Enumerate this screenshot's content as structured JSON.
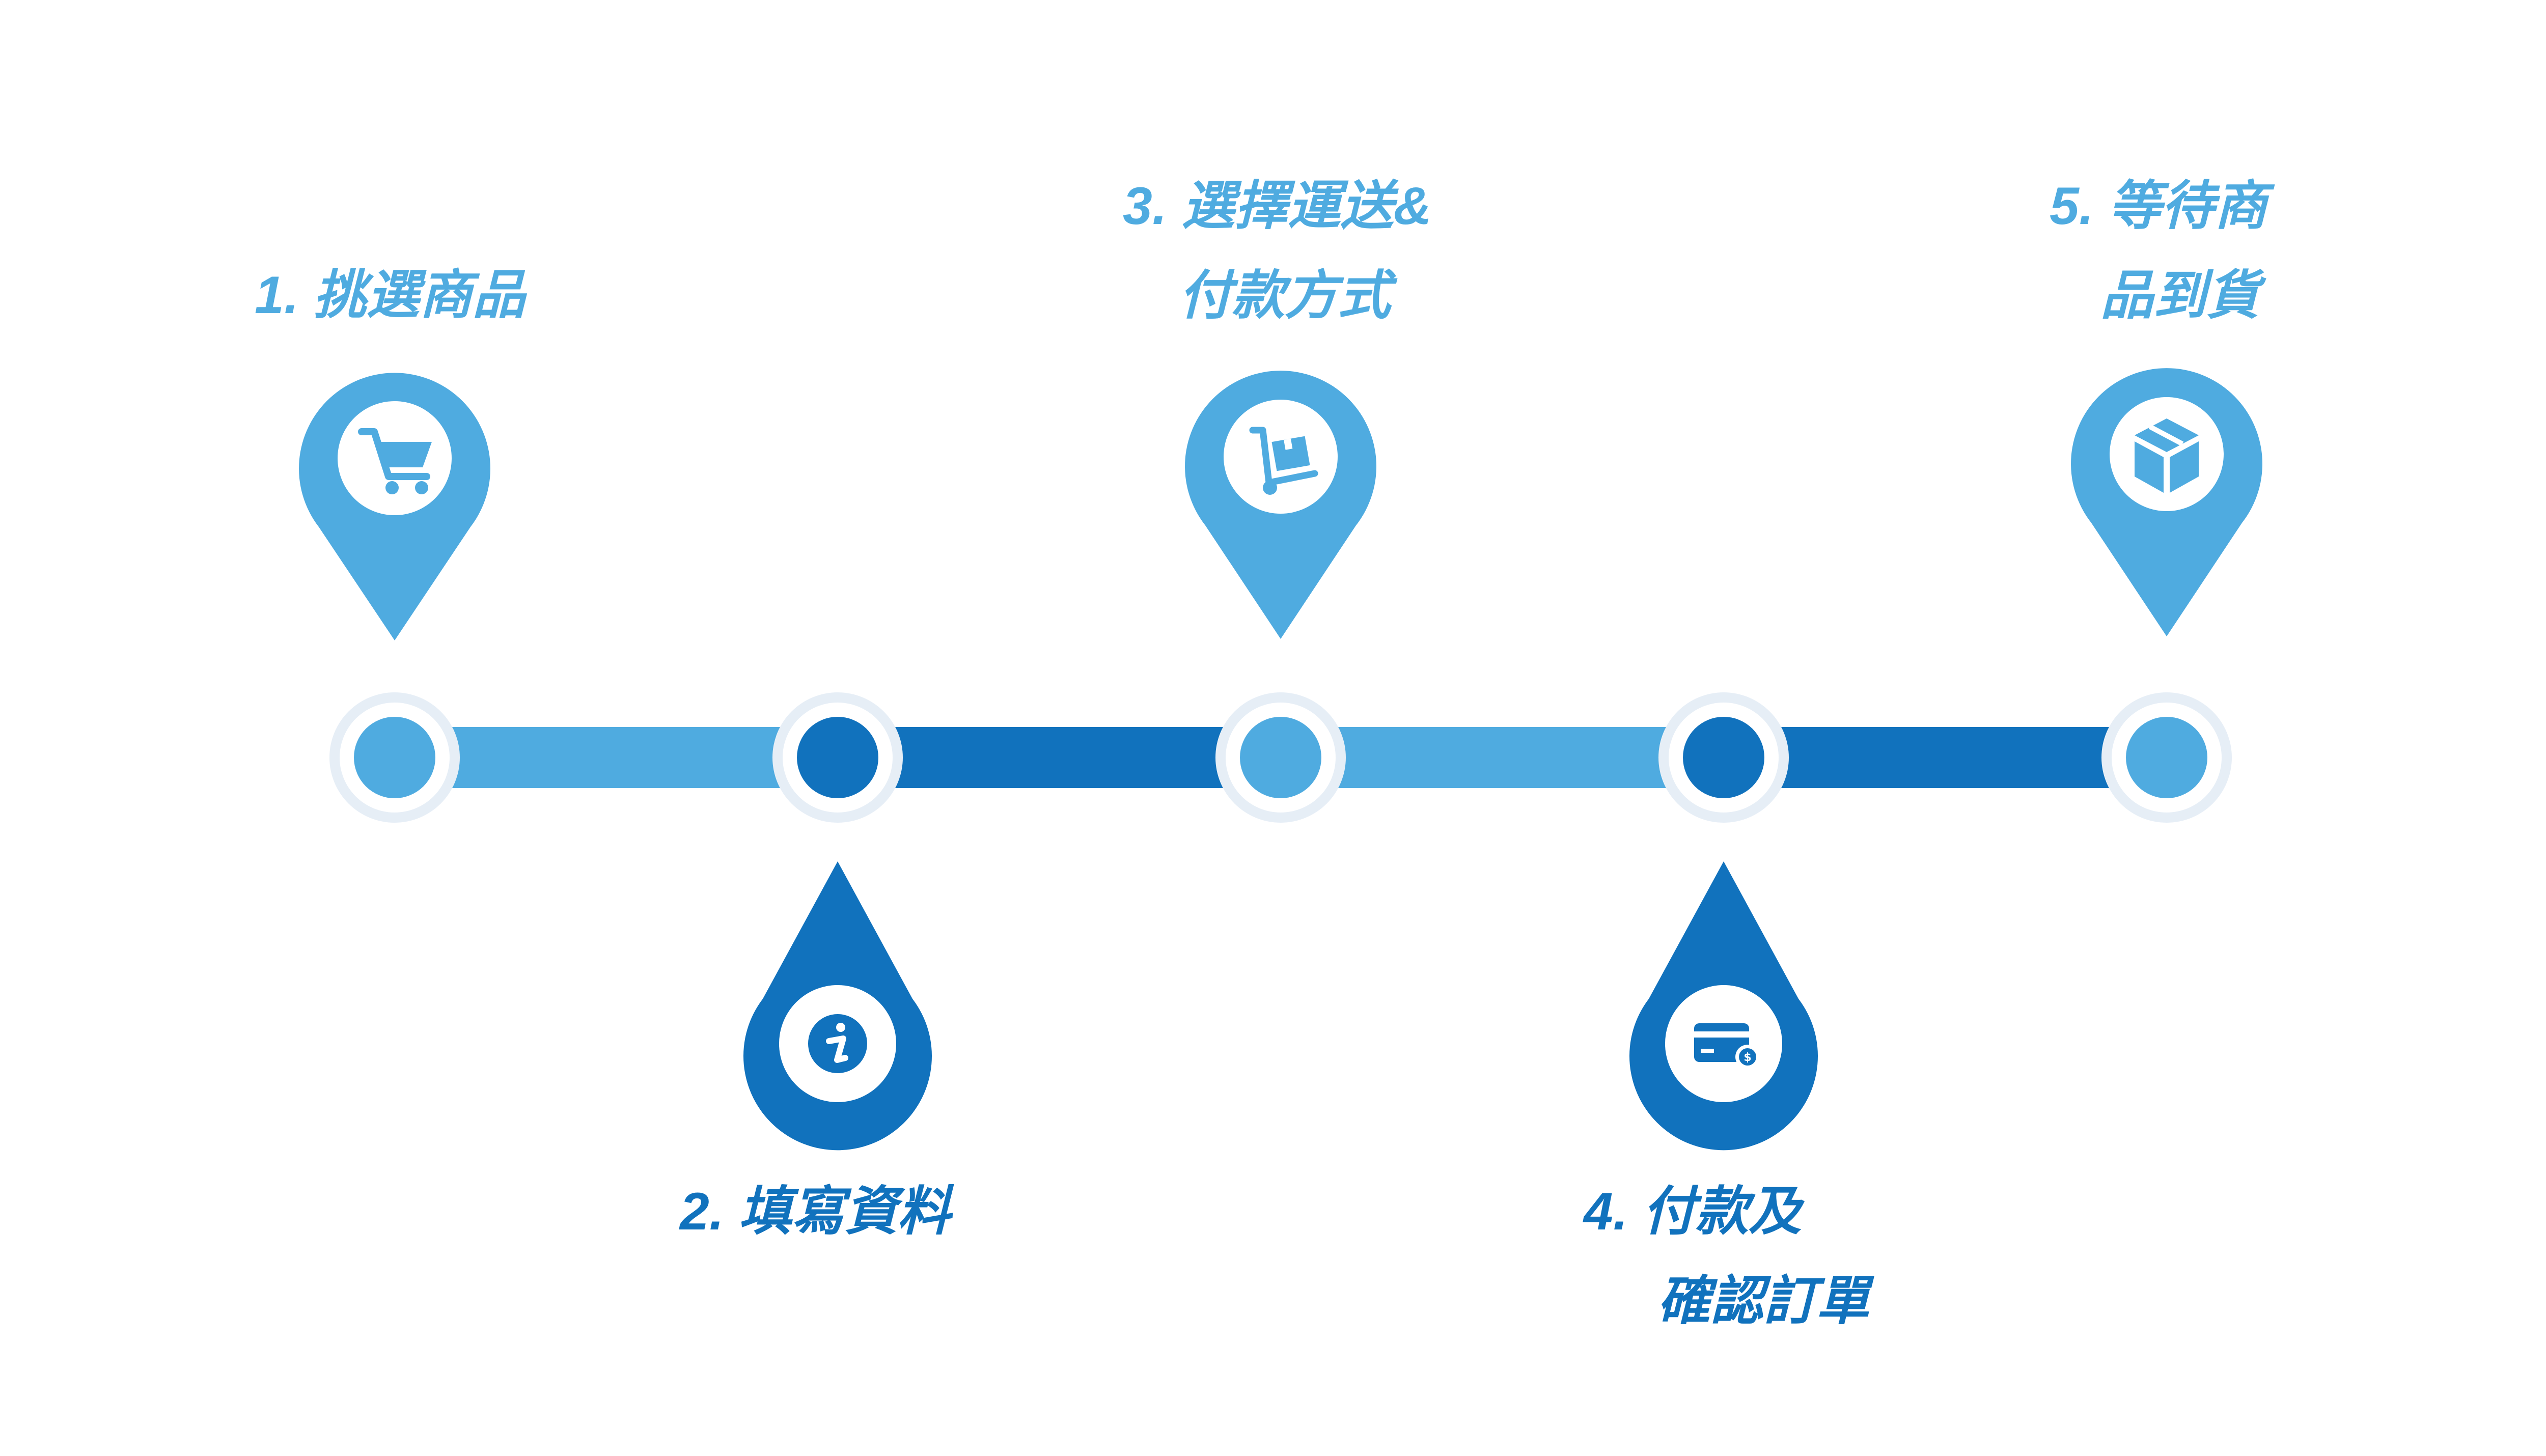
{
  "colors": {
    "light_blue": "#4fabe0",
    "dark_blue": "#1172bd",
    "halo": "#e6eef6",
    "white": "#ffffff"
  },
  "steps": [
    {
      "number": "1.",
      "lines": [
        "1. 挑選商品"
      ],
      "icon": "shopping-cart-icon",
      "marker": "map-pin",
      "position": "above",
      "tone": "light"
    },
    {
      "number": "2.",
      "lines": [
        "2. 填寫資料"
      ],
      "icon": "info-icon",
      "marker": "drop",
      "position": "below",
      "tone": "dark"
    },
    {
      "number": "3.",
      "lines": [
        "3. 選擇運送&",
        "付款方式"
      ],
      "icon": "hand-truck-icon",
      "marker": "map-pin",
      "position": "above",
      "tone": "light"
    },
    {
      "number": "4.",
      "lines": [
        "4. 付款及",
        "確認訂單"
      ],
      "icon": "credit-card-icon",
      "marker": "drop",
      "position": "below",
      "tone": "dark"
    },
    {
      "number": "5.",
      "lines": [
        "5. 等待商",
        "品到貨"
      ],
      "icon": "package-box-icon",
      "marker": "map-pin",
      "position": "above",
      "tone": "light"
    }
  ]
}
